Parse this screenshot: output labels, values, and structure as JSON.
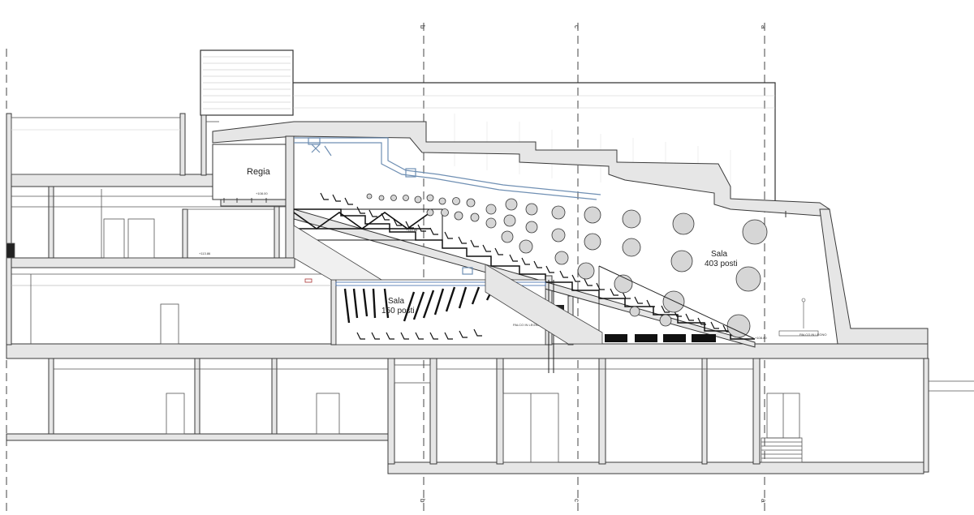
{
  "rooms": {
    "regia": "Regia",
    "sala_large": {
      "name": "Sala",
      "seats": "403 posti"
    },
    "sala_small": {
      "name": "Sala",
      "seats": "150 posti"
    }
  },
  "axes": {
    "b": "b",
    "c": "c",
    "a": "a"
  },
  "level_marks": {
    "regia": "+108.00",
    "upper_left": "+113.86",
    "seats": "+114.86",
    "mid": "+111.05",
    "floor_right": "+108.80"
  },
  "tags": {
    "palco_small": "PALCO IN LEGNO",
    "palco_large": "PALCO IN LEGNO"
  },
  "colors": {
    "line": "#3a3a3a",
    "slab": "#e6e6e6",
    "duct": "#6f8fb3",
    "dark": "#111111"
  }
}
